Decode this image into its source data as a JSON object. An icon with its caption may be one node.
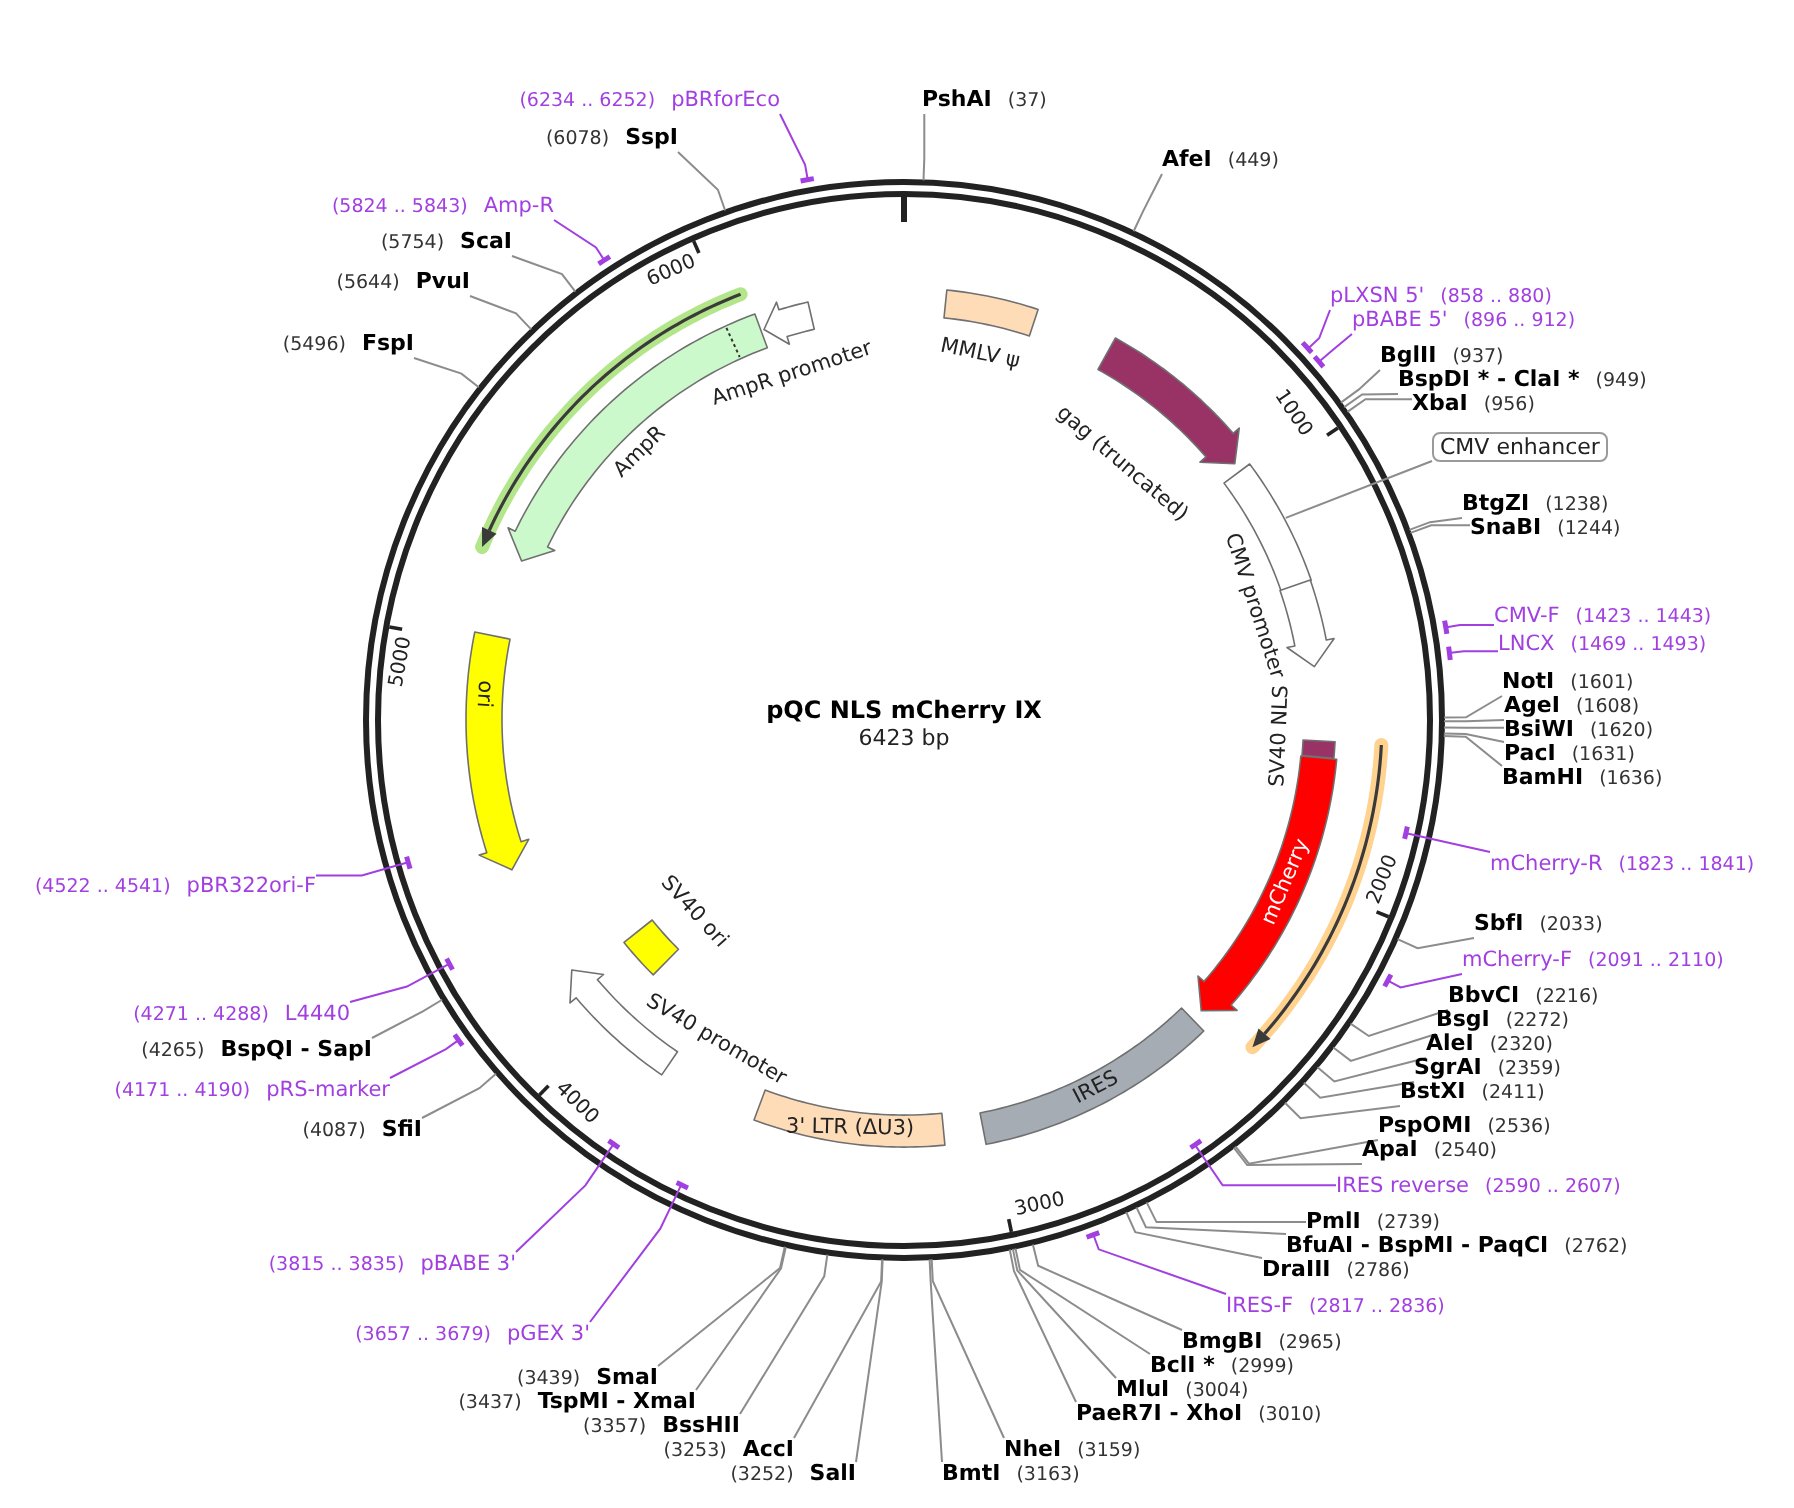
{
  "diagram": {
    "title": "pQC NLS mCherry IX",
    "nodes": [
      {
        "text": [
          "PshAI",
          "(37)"
        ]
      },
      {
        "text": [
          "AfeI",
          "(449)"
        ]
      },
      {
        "text": [
          "pLXSN 5'",
          "(858 .. 880)"
        ]
      },
      {
        "text": [
          "pBABE 5'",
          "(896 .. 912)"
        ]
      },
      {
        "text": [
          "BglII",
          "(937)"
        ]
      },
      {
        "text": [
          "BspDI * - ClaI *",
          "(949)"
        ]
      },
      {
        "text": [
          "XbaI",
          "(956)"
        ]
      },
      {
        "text": [
          "CMV enhancer"
        ]
      },
      {
        "text": [
          "BtgZI",
          "(1238)"
        ]
      },
      {
        "text": [
          "SnaBI",
          "(1244)"
        ]
      },
      {
        "text": [
          "CMV-F",
          "(1423 .. 1443)"
        ]
      },
      {
        "text": [
          "LNCX",
          "(1469 .. 1493)"
        ]
      },
      {
        "text": [
          "NotI",
          "(1601)"
        ]
      },
      {
        "text": [
          "AgeI",
          "(1608)"
        ]
      },
      {
        "text": [
          "BsiWI",
          "(1620)"
        ]
      },
      {
        "text": [
          "PacI",
          "(1631)"
        ]
      },
      {
        "text": [
          "BamHI",
          "(1636)"
        ]
      },
      {
        "text": [
          "mCherry-R",
          "(1823 .. 1841)"
        ]
      },
      {
        "text": [
          "SbfI",
          "(2033)"
        ]
      },
      {
        "text": [
          "mCherry-F",
          "(2091 .. 2110)"
        ]
      },
      {
        "text": [
          "BbvCI",
          "(2216)"
        ]
      },
      {
        "text": [
          "BsgI",
          "(2272)"
        ]
      },
      {
        "text": [
          "AleI",
          "(2320)"
        ]
      },
      {
        "text": [
          "SgrAI",
          "(2359)"
        ]
      },
      {
        "text": [
          "BstXI",
          "(2411)"
        ]
      },
      {
        "text": [
          "PspOMI",
          "(2536)"
        ]
      },
      {
        "text": [
          "ApaI",
          "(2540)"
        ]
      },
      {
        "text": [
          "IRES reverse",
          "(2590 .. 2607)"
        ]
      },
      {
        "text": [
          "PmlI",
          "(2739)"
        ]
      },
      {
        "text": [
          "BfuAI - BspMI - PaqCI",
          "(2762)"
        ]
      },
      {
        "text": [
          "DraIII",
          "(2786)"
        ]
      },
      {
        "text": [
          "IRES-F",
          "(2817 .. 2836)"
        ]
      },
      {
        "text": [
          "BmgBI",
          "(2965)"
        ]
      },
      {
        "text": [
          "BclI *",
          "(2999)"
        ]
      },
      {
        "text": [
          "MluI",
          "(3004)"
        ]
      },
      {
        "text": [
          "PaeR7I - XhoI",
          "(3010)"
        ]
      },
      {
        "text": [
          "NheI",
          "(3159)"
        ]
      },
      {
        "text": [
          "BmtI",
          "(3163)"
        ]
      },
      {
        "text": [
          "(3252)",
          "SalI"
        ]
      },
      {
        "text": [
          "(3253)",
          "AccI"
        ]
      },
      {
        "text": [
          "(3357)",
          "BssHII"
        ]
      },
      {
        "text": [
          "(3437)",
          "TspMI - XmaI"
        ]
      },
      {
        "text": [
          "(3439)",
          "SmaI"
        ]
      },
      {
        "text": [
          "(3657 .. 3679)",
          "pGEX 3'"
        ]
      },
      {
        "text": [
          "(3815 .. 3835)",
          "pBABE 3'"
        ]
      },
      {
        "text": [
          "(4087)",
          "SfiI"
        ]
      },
      {
        "text": [
          "(4171 .. 4190)",
          "pRS-marker"
        ]
      },
      {
        "text": [
          "(4265)",
          "BspQI - SapI"
        ]
      },
      {
        "text": [
          "(4271 .. 4288)",
          "L4440"
        ]
      },
      {
        "text": [
          "(4522 .. 4541)",
          "pBR322ori-F"
        ]
      },
      {
        "text": [
          "(5496)",
          "FspI"
        ]
      },
      {
        "text": [
          "(5644)",
          "PvuI"
        ]
      },
      {
        "text": [
          "(5754)",
          "ScaI"
        ]
      },
      {
        "text": [
          "(5824 .. 5843)",
          "Amp-R"
        ]
      },
      {
        "text": [
          "(6078)",
          "SspI"
        ]
      },
      {
        "text": [
          "(6234 .. 6252)",
          "pBRforEco"
        ]
      },
      {
        "text": [
          "MMLV ψ"
        ]
      },
      {
        "text": [
          "gag (truncated)"
        ]
      },
      {
        "text": [],
        "shape": "box"
      },
      {
        "text": [
          "CMV promoter"
        ]
      },
      {
        "text": [
          "SV40 NLS"
        ]
      },
      {
        "text": [
          "mCherry"
        ]
      },
      {
        "text": [
          "IRES"
        ]
      },
      {
        "text": [
          "3' LTR (ΔU3)"
        ]
      },
      {
        "text": [
          "SV40 promoter"
        ]
      },
      {
        "text": [
          "SV40 ori"
        ]
      },
      {
        "text": [
          "ori"
        ]
      },
      {
        "text": [
          "AmpR"
        ]
      },
      {
        "text": [
          "AmpR promoter"
        ]
      },
      {
        "text": [],
        "shape": "bar"
      },
      {
        "text": [],
        "shape": "bar"
      },
      {
        "text": [],
        "shape": "bar"
      },
      {
        "text": [],
        "shape": "bar"
      },
      {
        "text": [],
        "shape": "bar"
      },
      {
        "text": [],
        "shape": "bar"
      },
      {
        "text": [],
        "shape": "bar"
      },
      {
        "text": [],
        "shape": "bar"
      },
      {
        "text": [],
        "shape": "bar"
      },
      {
        "text": [],
        "shape": "bar"
      },
      {
        "text": [],
        "shape": "bar"
      },
      {
        "text": [],
        "shape": "bar"
      },
      {
        "text": [],
        "shape": "bar"
      },
      {
        "text": [],
        "shape": "bar"
      },
      {
        "text": [],
        "shape": "bar"
      }
    ],
    "edges": [
      {
        "from": 0,
        "to": null,
        "arrow": "none"
      },
      {
        "from": 1,
        "to": null,
        "arrow": "none"
      },
      {
        "from": 2,
        "to": 71,
        "arrow": "none",
        "color": "#a13fe0"
      },
      {
        "from": 3,
        "to": 72,
        "arrow": "none",
        "color": "#a13fe0"
      },
      {
        "from": 4,
        "to": null,
        "arrow": "none"
      },
      {
        "from": 5,
        "to": null,
        "arrow": "none"
      },
      {
        "from": 6,
        "to": null,
        "arrow": "none"
      },
      {
        "from": 7,
        "to": 58,
        "arrow": "none"
      },
      {
        "from": 8,
        "to": null,
        "arrow": "none"
      },
      {
        "from": 9,
        "to": null,
        "arrow": "none"
      },
      {
        "from": 10,
        "to": 73,
        "arrow": "none",
        "color": "#a13fe0"
      },
      {
        "from": 11,
        "to": 74,
        "arrow": "none",
        "color": "#a13fe0"
      },
      {
        "from": 12,
        "to": null,
        "arrow": "none"
      },
      {
        "from": 13,
        "to": null,
        "arrow": "none"
      },
      {
        "from": 14,
        "to": null,
        "arrow": "none"
      },
      {
        "from": 15,
        "to": null,
        "arrow": "none"
      },
      {
        "from": 16,
        "to": null,
        "arrow": "none"
      },
      {
        "from": 17,
        "to": 75,
        "arrow": "none",
        "color": "#a13fe0"
      },
      {
        "from": 18,
        "to": null,
        "arrow": "none"
      },
      {
        "from": 19,
        "to": 77,
        "arrow": "none",
        "color": "#a13fe0"
      },
      {
        "from": 20,
        "to": null,
        "arrow": "none"
      },
      {
        "from": 21,
        "to": null,
        "arrow": "none"
      },
      {
        "from": 22,
        "to": null,
        "arrow": "none"
      },
      {
        "from": 23,
        "to": null,
        "arrow": "none"
      },
      {
        "from": 24,
        "to": null,
        "arrow": "none"
      },
      {
        "from": 25,
        "to": null,
        "arrow": "none"
      },
      {
        "from": 26,
        "to": null,
        "arrow": "none"
      },
      {
        "from": 27,
        "to": 80,
        "arrow": "none",
        "color": "#a13fe0"
      },
      {
        "from": 28,
        "to": null,
        "arrow": "none"
      },
      {
        "from": 29,
        "to": null,
        "arrow": "none"
      },
      {
        "from": 30,
        "to": null,
        "arrow": "none"
      },
      {
        "from": 31,
        "to": 83,
        "arrow": "none",
        "color": "#a13fe0"
      },
      {
        "from": 32,
        "to": null,
        "arrow": "none"
      },
      {
        "from": 33,
        "to": null,
        "arrow": "none"
      },
      {
        "from": 34,
        "to": null,
        "arrow": "none"
      },
      {
        "from": 35,
        "to": null,
        "arrow": "none"
      },
      {
        "from": 36,
        "to": null,
        "arrow": "none"
      },
      {
        "from": 37,
        "to": null,
        "arrow": "none"
      },
      {
        "from": 38,
        "to": null,
        "arrow": "none"
      },
      {
        "from": 39,
        "to": null,
        "arrow": "none"
      },
      {
        "from": 40,
        "to": null,
        "arrow": "none"
      },
      {
        "from": 41,
        "to": null,
        "arrow": "none"
      },
      {
        "from": 42,
        "to": null,
        "arrow": "none"
      },
      {
        "from": 43,
        "to": 82,
        "arrow": "none",
        "color": "#a13fe0"
      },
      {
        "from": 44,
        "to": 81,
        "arrow": "none",
        "color": "#a13fe0"
      },
      {
        "from": 45,
        "to": null,
        "arrow": "none"
      },
      {
        "from": 46,
        "to": 79,
        "arrow": "none",
        "color": "#a13fe0"
      },
      {
        "from": 47,
        "to": null,
        "arrow": "none"
      },
      {
        "from": 48,
        "to": 78,
        "arrow": "none",
        "color": "#a13fe0"
      },
      {
        "from": 49,
        "to": 76,
        "arrow": "none",
        "color": "#a13fe0"
      },
      {
        "from": 50,
        "to": null,
        "arrow": "none"
      },
      {
        "from": 51,
        "to": null,
        "arrow": "none"
      },
      {
        "from": 52,
        "to": null,
        "arrow": "none"
      },
      {
        "from": 53,
        "to": 70,
        "arrow": "none",
        "color": "#a13fe0"
      },
      {
        "from": 54,
        "to": null,
        "arrow": "none"
      },
      {
        "from": 55,
        "to": 69,
        "arrow": "none",
        "color": "#a13fe0"
      }
    ],
    "labels": [
      "6000",
      "1000",
      "5000",
      "6423 bp",
      "2000",
      "4000",
      "3000"
    ]
  }
}
